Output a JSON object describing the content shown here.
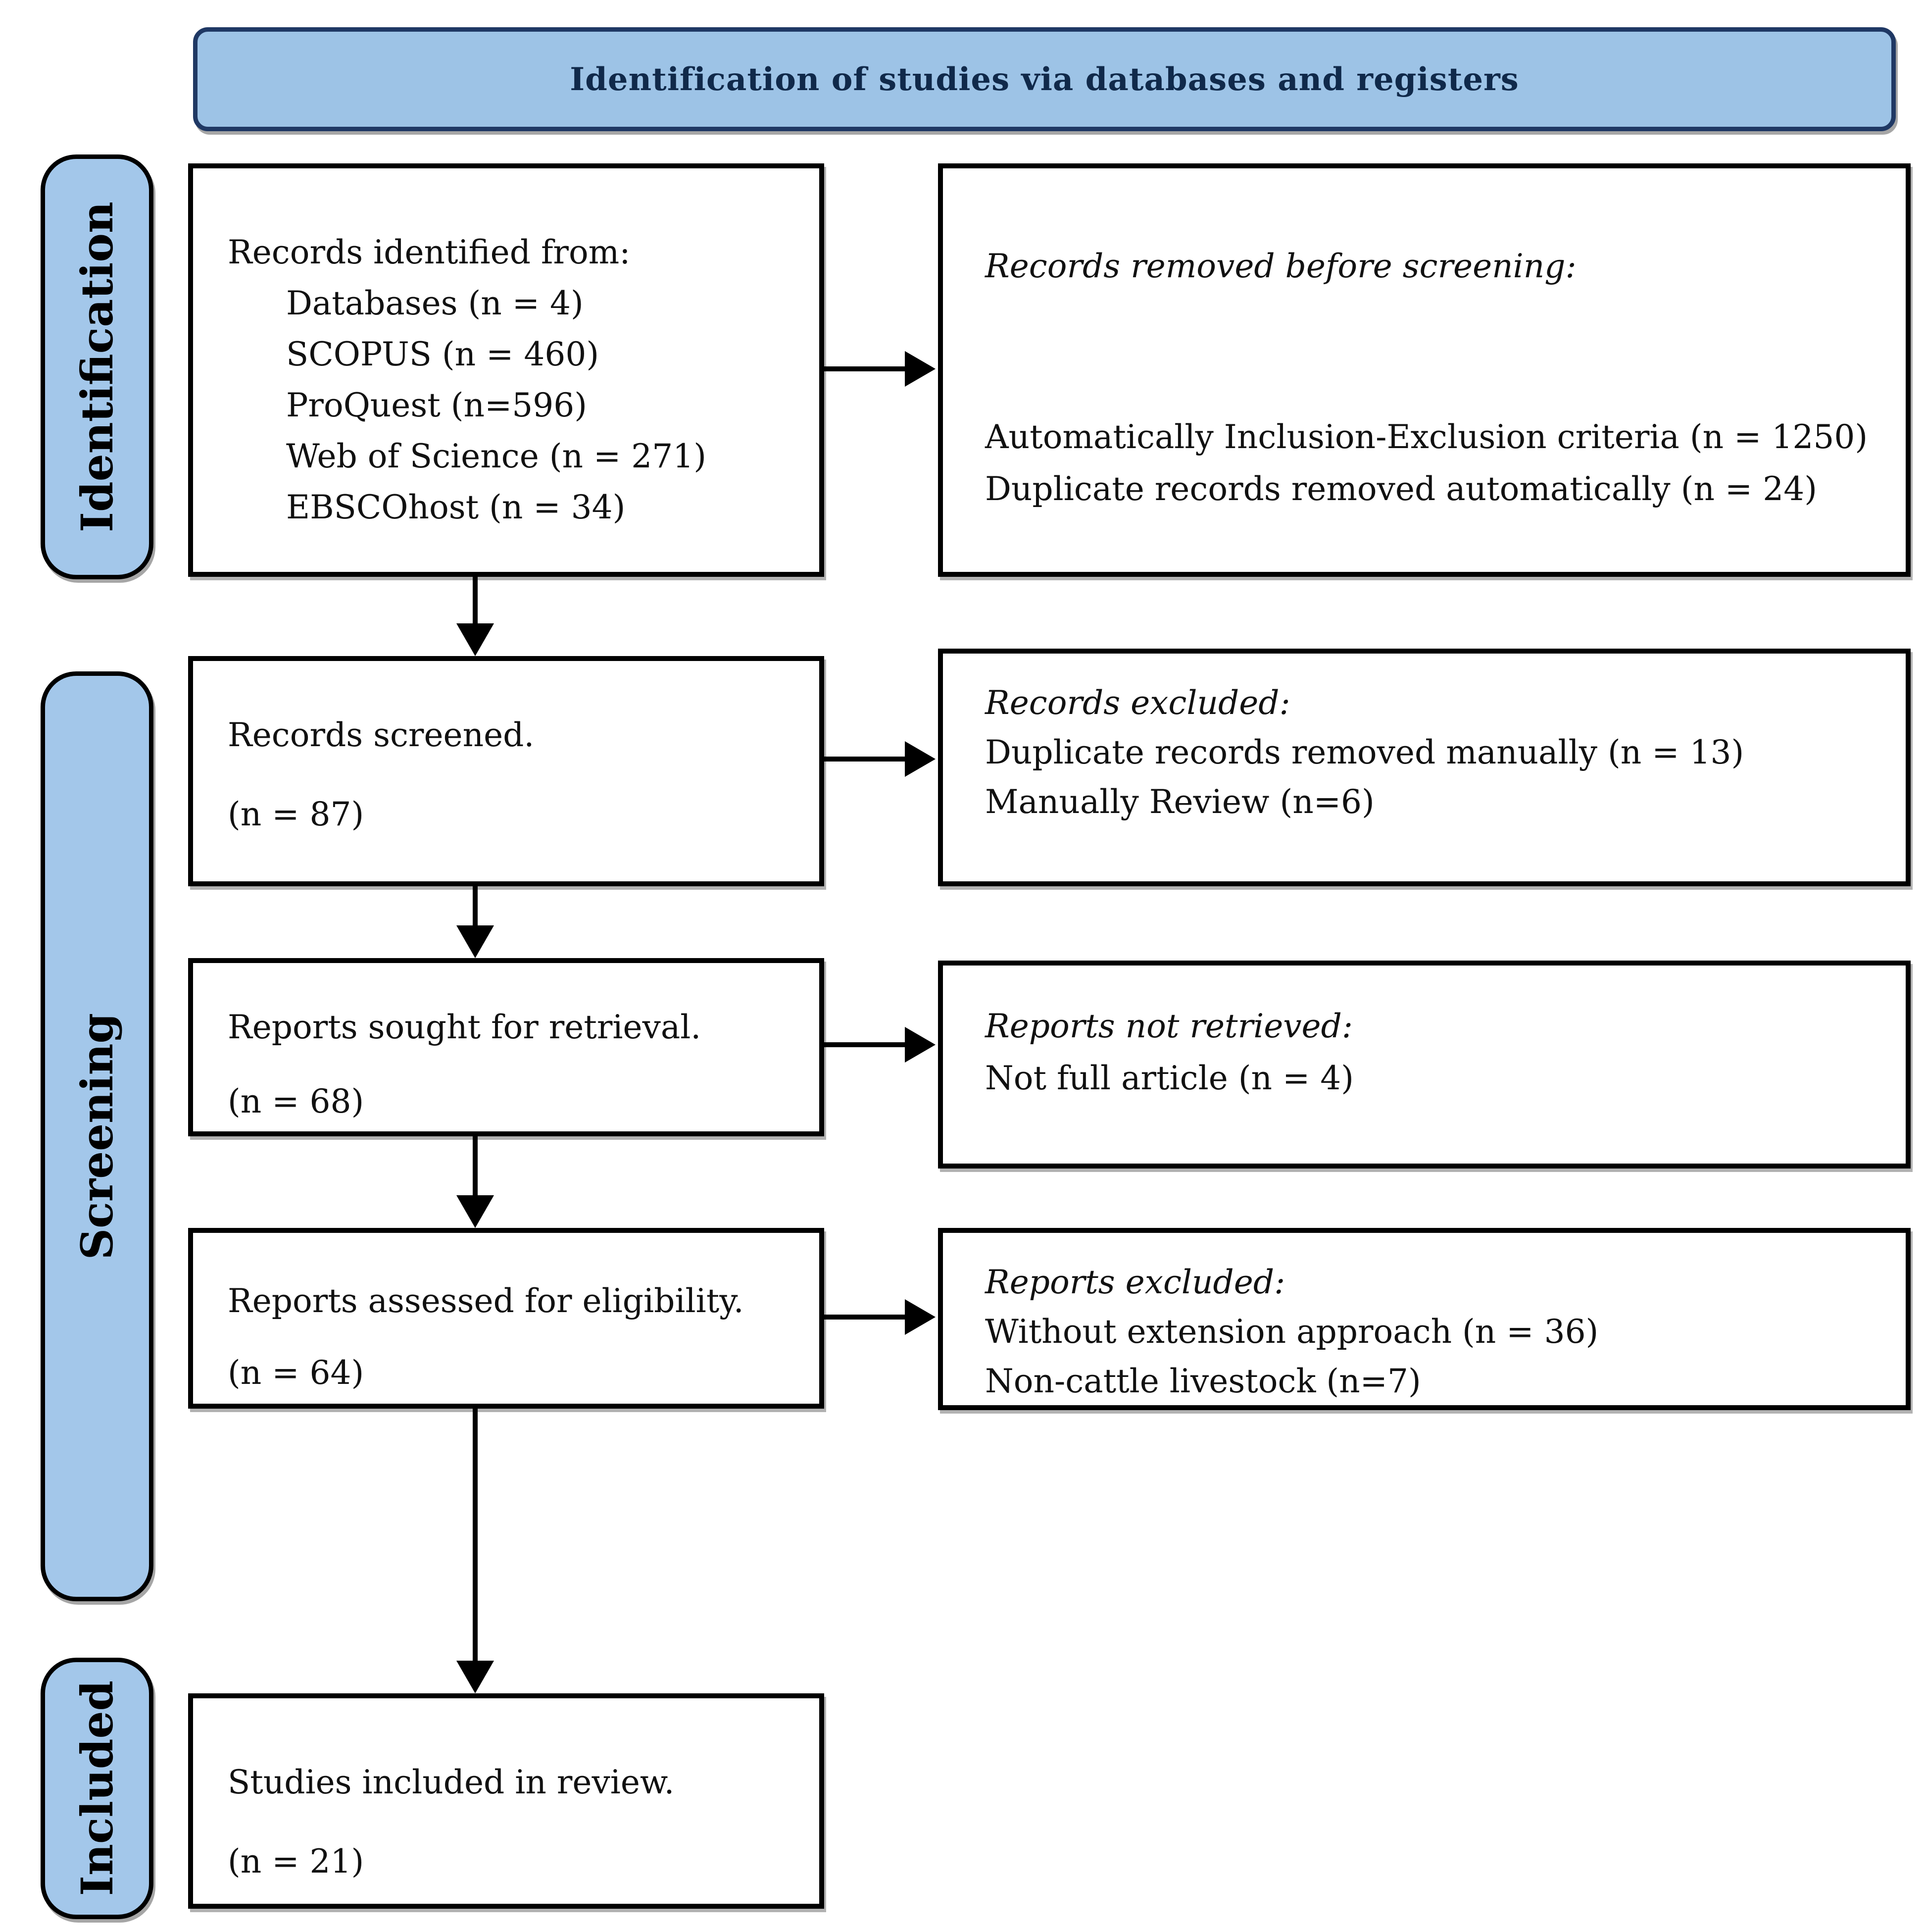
{
  "banner": {
    "title": "Identification of studies via databases and registers"
  },
  "stages": [
    {
      "label": "Identification"
    },
    {
      "label": "Screening"
    },
    {
      "label": "Included"
    }
  ],
  "boxes": {
    "identified": {
      "heading": "Records identified from:",
      "items": [
        "Databases (n = 4)",
        "SCOPUS (n = 460)",
        "ProQuest (n=596)",
        "Web of Science (n = 271)",
        "EBSCOhost (n = 34)"
      ]
    },
    "removed_before_screening": {
      "heading": "Records removed before screening:",
      "items": [
        "Automatically Inclusion-Exclusion criteria (n = 1250)",
        "Duplicate records removed automatically (n = 24)"
      ]
    },
    "screened": {
      "lines": [
        "Records screened.",
        "(n = 87)"
      ]
    },
    "records_excluded": {
      "heading": "Records excluded:",
      "items": [
        "Duplicate records removed manually (n = 13)",
        "Manually Review (n=6)"
      ]
    },
    "sought_retrieval": {
      "lines": [
        "Reports sought for retrieval.",
        "(n = 68)"
      ]
    },
    "not_retrieved": {
      "heading": "Reports not retrieved:",
      "items": [
        "Not full article (n = 4)"
      ]
    },
    "assessed_eligibility": {
      "lines": [
        "Reports assessed for eligibility.",
        "(n = 64)"
      ]
    },
    "reports_excluded": {
      "heading": "Reports excluded:",
      "items": [
        "Without extension approach (n = 36)",
        "Non-cattle livestock (n=7)"
      ]
    },
    "included_review": {
      "lines": [
        "Studies included in review.",
        "(n = 21)"
      ]
    }
  },
  "colors": {
    "banner_fill": "#9DC3E6",
    "banner_border": "#1F3864",
    "stage_fill": "#A3C7EA",
    "box_border": "#000000",
    "arrow_color": "#000000"
  }
}
